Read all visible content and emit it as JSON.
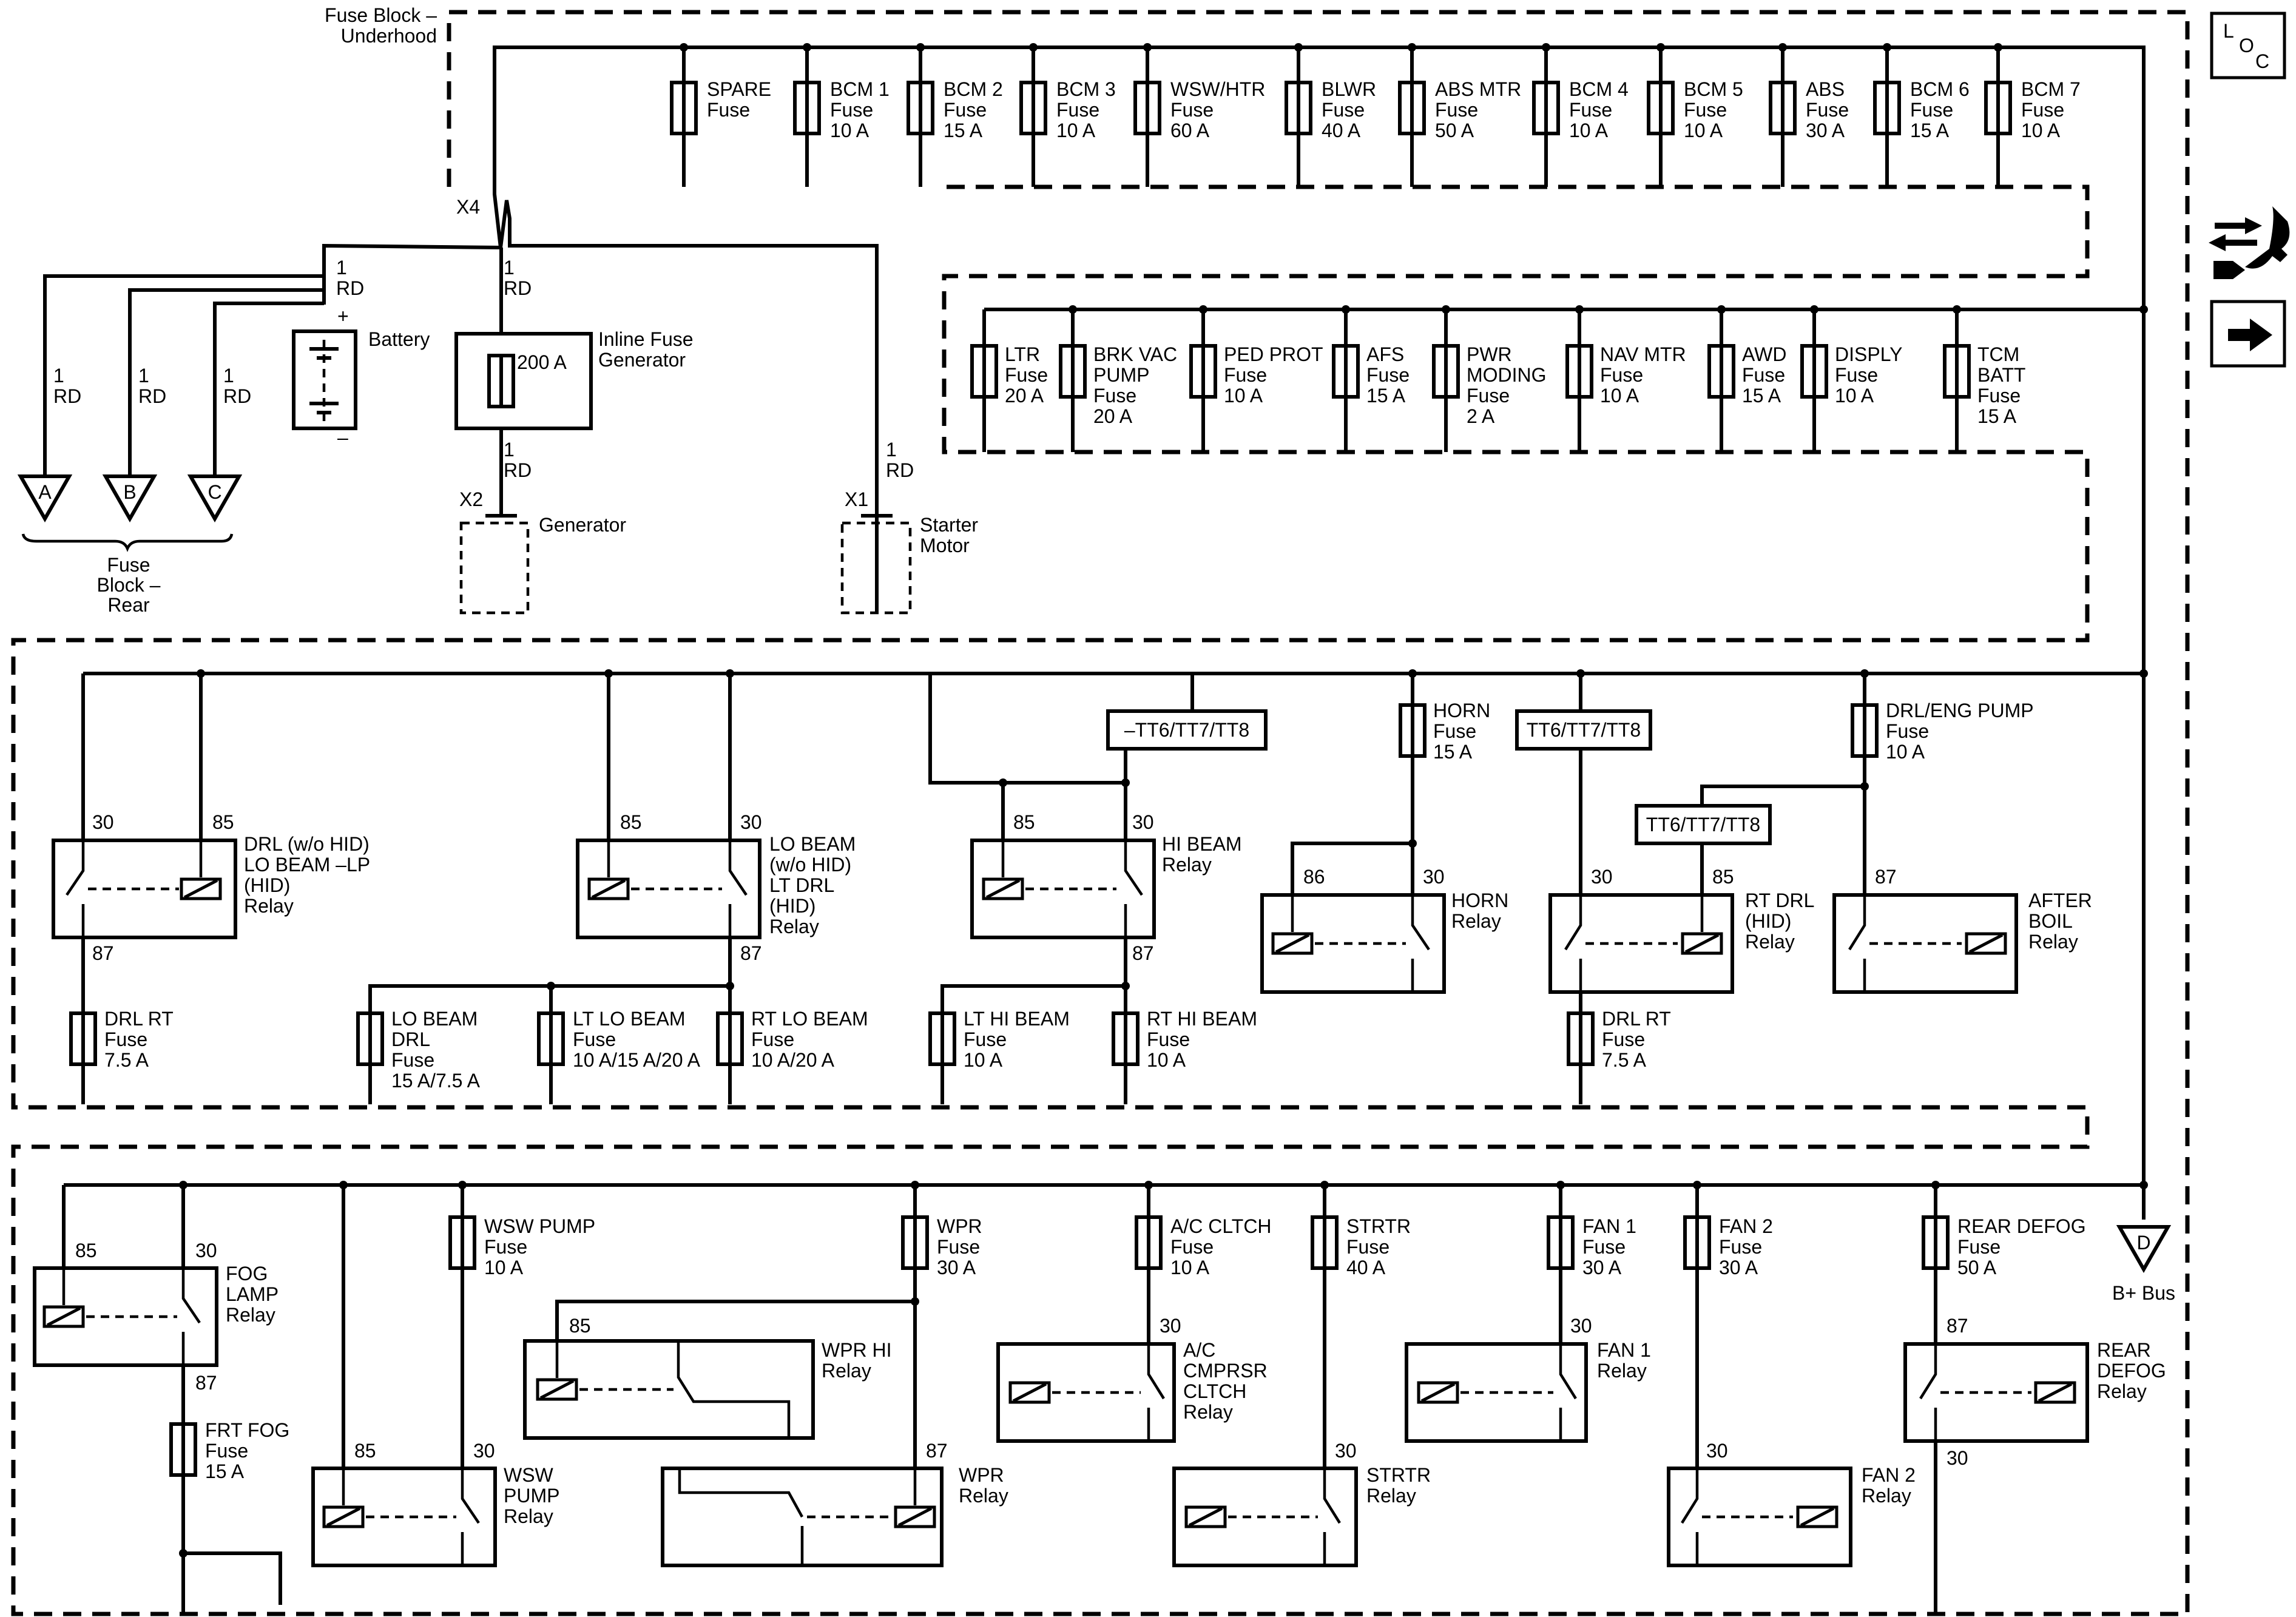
{
  "underhood": {
    "title": [
      "Fuse Block –",
      "Underhood"
    ],
    "connector": "X4",
    "row1_fuses": [
      {
        "name": "SPARE",
        "rating": ""
      },
      {
        "name": "BCM 1",
        "rating": "10 A"
      },
      {
        "name": "BCM 2",
        "rating": "15 A"
      },
      {
        "name": "BCM 3",
        "rating": "10 A"
      },
      {
        "name": "WSW/HTR",
        "rating": "60 A"
      },
      {
        "name": "BLWR",
        "rating": "40 A"
      },
      {
        "name": "ABS MTR",
        "rating": "50 A"
      },
      {
        "name": "BCM 4",
        "rating": "10 A"
      },
      {
        "name": "BCM 5",
        "rating": "10 A"
      },
      {
        "name": "ABS",
        "rating": "30 A"
      },
      {
        "name": "BCM 6",
        "rating": "15 A"
      },
      {
        "name": "BCM 7",
        "rating": "10 A"
      }
    ],
    "row2_fuses": [
      {
        "lines": [
          "LTR",
          "Fuse",
          "20 A"
        ]
      },
      {
        "lines": [
          "BRK VAC",
          "PUMP",
          "Fuse",
          "20 A"
        ]
      },
      {
        "lines": [
          "PED PROT",
          "Fuse",
          "10 A"
        ]
      },
      {
        "lines": [
          "AFS",
          "Fuse",
          "15 A"
        ]
      },
      {
        "lines": [
          "PWR",
          "MODING",
          "Fuse",
          "2 A"
        ]
      },
      {
        "lines": [
          "NAV MTR",
          "Fuse",
          "10 A"
        ]
      },
      {
        "lines": [
          "AWD",
          "Fuse",
          "15 A"
        ]
      },
      {
        "lines": [
          "DISPLY",
          "Fuse",
          "10 A"
        ]
      },
      {
        "lines": [
          "TCM",
          "BATT",
          "Fuse",
          "15 A"
        ]
      }
    ],
    "fuse_word": "Fuse"
  },
  "power_source": {
    "wire_label": [
      "1",
      "RD"
    ],
    "battery_label": "Battery",
    "battery_plus": "+",
    "battery_minus": "–",
    "inline_fuse_label": [
      "Inline Fuse",
      "Generator"
    ],
    "inline_fuse_rating": "200 A",
    "generator_connector": "X2",
    "generator_label": "Generator",
    "starter_connector": "X1",
    "starter_label": [
      "Starter",
      "Motor"
    ],
    "rear_refs": [
      "A",
      "B",
      "C"
    ],
    "rear_block_label": [
      "Fuse",
      "Block –",
      "Rear"
    ],
    "bus_ref": "D",
    "bus_label": "B+ Bus"
  },
  "relay_section": {
    "drl_relay": {
      "label": [
        "DRL (w/o HID)",
        "LO BEAM –LP",
        "(HID)",
        "Relay"
      ],
      "pins": [
        "30",
        "85",
        "87"
      ]
    },
    "lo_beam_relay": {
      "label": [
        "LO BEAM",
        "(w/o HID)",
        "LT DRL",
        "(HID)",
        "Relay"
      ],
      "pins": [
        "85",
        "30",
        "87"
      ]
    },
    "hi_beam_relay": {
      "label": [
        "HI BEAM",
        "Relay"
      ],
      "pins": [
        "85",
        "30",
        "87"
      ]
    },
    "horn_relay": {
      "label": [
        "HORN",
        "Relay"
      ],
      "pins": [
        "86",
        "30"
      ]
    },
    "rt_drl_relay": {
      "label": [
        "RT DRL",
        "(HID)",
        "Relay"
      ],
      "pins": [
        "30",
        "85"
      ]
    },
    "after_boil_relay": {
      "label": [
        "AFTER",
        "BOIL",
        "Relay"
      ],
      "pins": [
        "87"
      ]
    },
    "option_tag_neg": "–TT6/TT7/TT8",
    "option_tag": "TT6/TT7/TT8",
    "fuses": [
      {
        "lines": [
          "DRL RT",
          "Fuse",
          "7.5 A"
        ]
      },
      {
        "lines": [
          "LO BEAM",
          "DRL",
          "Fuse",
          "15 A/7.5 A"
        ]
      },
      {
        "lines": [
          "LT LO BEAM",
          "Fuse",
          "10 A/15 A/20 A"
        ]
      },
      {
        "lines": [
          "RT LO BEAM",
          "Fuse",
          "10 A/20 A"
        ]
      },
      {
        "lines": [
          "LT HI BEAM",
          "Fuse",
          "10 A"
        ]
      },
      {
        "lines": [
          "RT HI BEAM",
          "Fuse",
          "10 A"
        ]
      },
      {
        "lines": [
          "HORN",
          "Fuse",
          "15 A"
        ]
      },
      {
        "lines": [
          "DRL/ENG PUMP",
          "Fuse",
          "10 A"
        ]
      },
      {
        "lines": [
          "DRL RT",
          "Fuse",
          "7.5 A"
        ]
      }
    ]
  },
  "bottom_section": {
    "fog_relay": {
      "label": [
        "FOG",
        "LAMP",
        "Relay"
      ],
      "pins": [
        "85",
        "30",
        "87"
      ]
    },
    "frt_fog_fuse": [
      "FRT FOG",
      "Fuse",
      "15 A"
    ],
    "wsw_pump_fuse": [
      "WSW PUMP",
      "Fuse",
      "10 A"
    ],
    "wsw_pump_relay": {
      "label": [
        "WSW",
        "PUMP",
        "Relay"
      ],
      "pins": [
        "85",
        "30"
      ]
    },
    "wpr_fuse": [
      "WPR",
      "Fuse",
      "30 A"
    ],
    "wpr_hi_relay": {
      "label": [
        "WPR HI",
        "Relay"
      ],
      "pins": [
        "85"
      ]
    },
    "wpr_relay": {
      "label": [
        "WPR",
        "Relay"
      ],
      "pins": [
        "87"
      ]
    },
    "ac_fuse": [
      "A/C CLTCH",
      "Fuse",
      "10 A"
    ],
    "ac_relay": {
      "label": [
        "A/C",
        "CMPRSR",
        "CLTCH",
        "Relay"
      ],
      "pins": [
        "30"
      ]
    },
    "strtr_fuse": [
      "STRTR",
      "Fuse",
      "40 A"
    ],
    "strtr_relay": {
      "label": [
        "STRTR",
        "Relay"
      ],
      "pins": [
        "30"
      ]
    },
    "fan1_fuse": [
      "FAN 1",
      "Fuse",
      "30 A"
    ],
    "fan1_relay": {
      "label": [
        "FAN 1",
        "Relay"
      ],
      "pins": [
        "30"
      ]
    },
    "fan2_fuse": [
      "FAN 2",
      "Fuse",
      "30 A"
    ],
    "fan2_relay": {
      "label": [
        "FAN 2",
        "Relay"
      ],
      "pins": [
        "30"
      ]
    },
    "rear_defog_fuse": [
      "REAR DEFOG",
      "Fuse",
      "50 A"
    ],
    "rear_defog_relay": {
      "label": [
        "REAR",
        "DEFOG",
        "Relay"
      ],
      "pins": [
        "87",
        "30"
      ]
    }
  },
  "side_buttons": {
    "loc_letters": [
      "L",
      "O",
      "C"
    ],
    "icons": [
      "loc-icon",
      "wrench-swap-icon",
      "right-arrow-icon"
    ]
  }
}
